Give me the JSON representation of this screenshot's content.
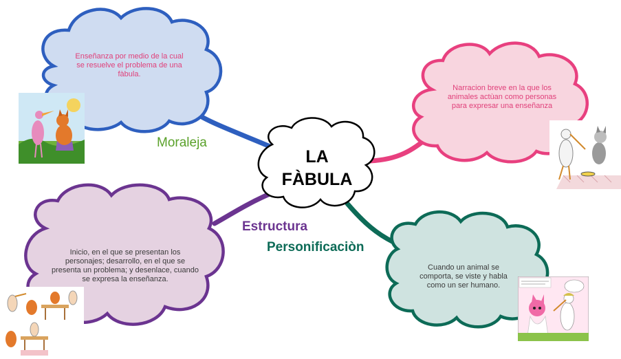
{
  "center": {
    "line1": "LA",
    "line2": "FÀBULA"
  },
  "branches": {
    "moraleja": {
      "label": "Moraleja",
      "text": "Enseñanza por medio de la cual se resuelve el problema de una fàbula.",
      "color": "#2e5fbf",
      "label_color": "#5aa12a",
      "text_color": "#e0407a",
      "fill": "#cfdcf1",
      "illustration": "fox-and-stork-illustration"
    },
    "definicion": {
      "text": "Narracion breve en la que los animales actùan como personas para expresar una enseñanza",
      "color": "#e8407f",
      "text_color": "#e0407a",
      "fill": "#f8d5df",
      "illustration": "stork-and-fox-table-illustration"
    },
    "estructura": {
      "label": "Estructura",
      "text": "Inicio, en el que se presentan los personajes; desarrollo, en el que se presenta un problema; y desenlace, cuando se expresa la enseñanza.",
      "color": "#6b3490",
      "label_color": "#6b3490",
      "text_color": "#3a3a3a",
      "fill": "#e5d2e1",
      "illustration": "fable-sequence-illustration"
    },
    "personificacion": {
      "label": "Personificaciòn",
      "text": "Cuando un animal se comporta, se viste y habla como un ser humano.",
      "color": "#0d6b57",
      "label_color": "#0d6b57",
      "text_color": "#3a3a3a",
      "fill": "#cfe3e0",
      "illustration": "comic-fox-stork-illustration"
    }
  }
}
